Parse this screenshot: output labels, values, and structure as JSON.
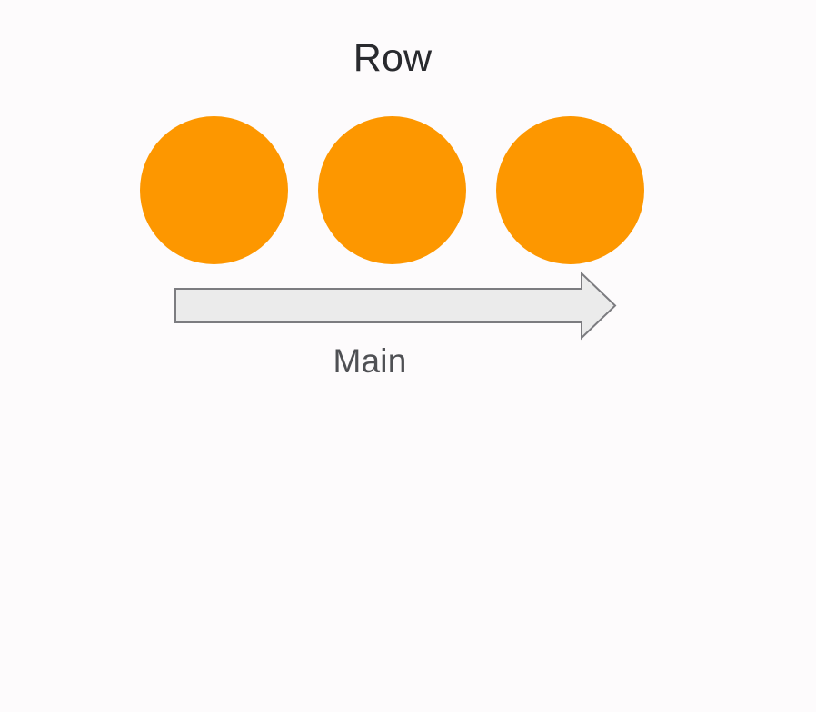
{
  "diagram": {
    "title": "Row",
    "axis_label": "Main",
    "background_color": "#fdfbfc",
    "title_color": "#292a2e",
    "axis_label_color": "#4f5054",
    "items": [
      {
        "shape": "circle",
        "fill": "#fd9700",
        "label": ""
      },
      {
        "shape": "circle",
        "fill": "#fd9700",
        "label": ""
      },
      {
        "shape": "circle",
        "fill": "#fd9700",
        "label": ""
      }
    ],
    "arrow": {
      "direction": "right",
      "fill": "#ebebeb",
      "stroke": "#7c7c80",
      "stroke_width": 2
    }
  }
}
